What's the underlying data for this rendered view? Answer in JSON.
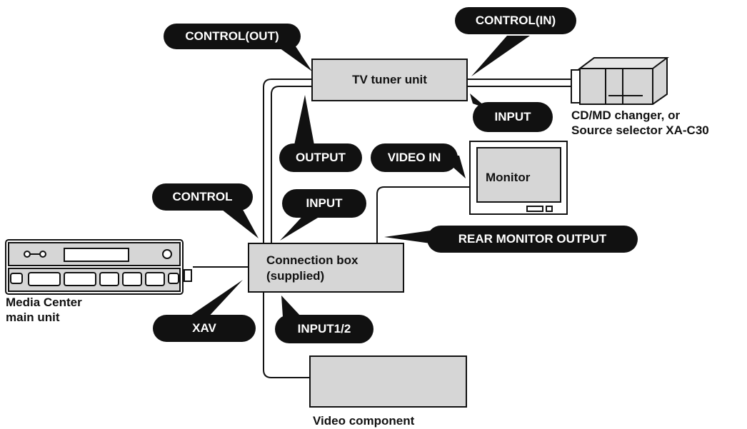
{
  "units": {
    "tv_tuner": "TV tuner unit",
    "connection_box_line1": "Connection box",
    "connection_box_line2": "(supplied)",
    "monitor": "Monitor",
    "video_component": "Video component"
  },
  "captions": {
    "changer_line1": "CD/MD changer, or",
    "changer_line2": "Source selector XA-C30",
    "main_unit_line1": "Media Center",
    "main_unit_line2": "main unit"
  },
  "tags": {
    "control_out": "CONTROL(OUT)",
    "control_in": "CONTROL(IN)",
    "input_tuner": "INPUT",
    "output_tuner": "OUTPUT",
    "video_in": "VIDEO IN",
    "control": "CONTROL",
    "input_box": "INPUT",
    "rear_monitor_output": "REAR MONITOR OUTPUT",
    "xav": "XAV",
    "input12": "INPUT1/2"
  }
}
